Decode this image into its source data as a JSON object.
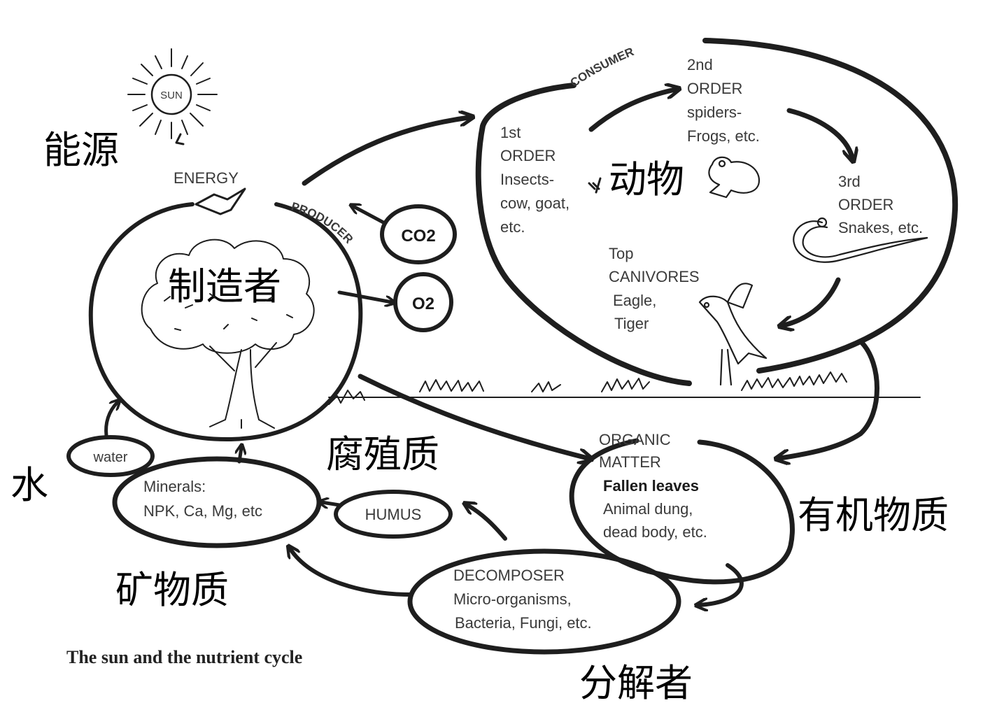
{
  "caption": "The sun and the nutrient cycle",
  "sun": {
    "label": "SUN"
  },
  "energy": {
    "label": "ENERGY",
    "zh": "能源"
  },
  "producer": {
    "label": "PRODUCER",
    "zh": "制造者"
  },
  "gases": {
    "co2": "CO2",
    "o2": "O2"
  },
  "consumer": {
    "label": "CONSUMER",
    "zh": "动物",
    "first_order": [
      "1st",
      "ORDER",
      "Insects-",
      "cow, goat,",
      "etc."
    ],
    "second_order": [
      "2nd",
      "ORDER",
      "spiders-",
      "Frogs, etc."
    ],
    "third_order": [
      "3rd",
      "ORDER",
      "Snakes, etc."
    ],
    "top": [
      "Top",
      "CANIVORES",
      "Eagle,",
      "Tiger"
    ]
  },
  "water": {
    "label": "water",
    "zh": "水"
  },
  "minerals": {
    "line1": "Minerals:",
    "line2": "NPK, Ca, Mg, etc",
    "zh": "矿物质"
  },
  "humus": {
    "label": "HUMUS",
    "zh": "腐殖质"
  },
  "organic": {
    "lines": [
      "ORGANIC",
      "MATTER",
      "Fallen leaves",
      "Animal dung,",
      "dead body, etc."
    ],
    "zh": "有机物质"
  },
  "decomposer": {
    "lines": [
      "DECOMPOSER",
      "Micro-organisms,",
      "Bacteria, Fungi, etc."
    ],
    "zh": "分解者"
  },
  "colors": {
    "ink": "#1e1e1e",
    "text": "#3a3a3a"
  }
}
